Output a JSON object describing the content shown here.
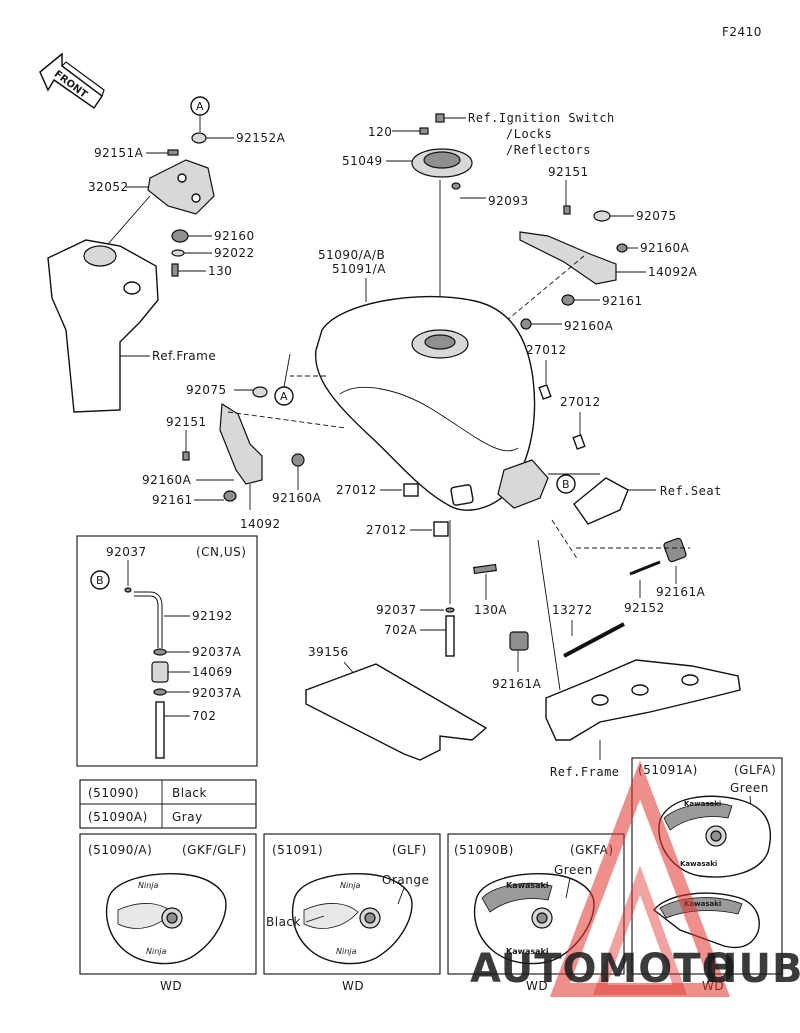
{
  "figure_code": "F2410",
  "front_arrow": "FRONT",
  "refs": {
    "ignition": [
      "Ref.Ignition Switch",
      "/Locks",
      "/Reflectors"
    ],
    "frame_left": "Ref.Frame",
    "seat": "Ref.Seat",
    "frame_bottom": "Ref.Frame"
  },
  "callouts": {
    "a": "A",
    "b": "B"
  },
  "parts": {
    "p92151A": "92151A",
    "p92152A": "92152A",
    "p32052": "32052",
    "p92160": "92160",
    "p92022": "92022",
    "p130": "130",
    "p120": "120",
    "p51049": "51049",
    "p92093": "92093",
    "p92151_top": "92151",
    "p92075_top": "92075",
    "p92160A_top": "92160A",
    "p14092A": "14092A",
    "p92161_top": "92161",
    "p92160A_mid": "92160A",
    "p51090": "51090/A/B",
    "p51091": "51091/A",
    "p27012_a": "27012",
    "p27012_b": "27012",
    "p27012_c": "27012",
    "p27012_d": "27012",
    "p92075_left": "92075",
    "p92151_left": "92151",
    "p92160A_left": "92160A",
    "p92161_left": "92161",
    "p14092": "14092",
    "p92160A_low": "92160A",
    "p92037_main": "92037",
    "p702A": "702A",
    "p130A": "130A",
    "p13272": "13272",
    "p92152": "92152",
    "p92161A_right": "92161A",
    "p92161A_low": "92161A",
    "p39156": "39156"
  },
  "hose_box": {
    "region": "(CN,US)",
    "parts": [
      "92037",
      "92192",
      "92037A",
      "14069",
      "92037A",
      "702"
    ],
    "callout": "B"
  },
  "color_table": [
    {
      "code": "(51090)",
      "color": "Black"
    },
    {
      "code": "(51090A)",
      "color": "Gray"
    }
  ],
  "variants": [
    {
      "code": "(51090/A)",
      "trim": "(GKF/GLF)",
      "notes": [],
      "market": "WD"
    },
    {
      "code": "(51091)",
      "trim": "(GLF)",
      "notes": [
        "Orange",
        "Black"
      ],
      "market": "WD"
    },
    {
      "code": "(51090B)",
      "trim": "(GKFA)",
      "notes": [
        "Green"
      ],
      "market": "WD"
    },
    {
      "code": "(51091A)",
      "trim": "(GLFA)",
      "notes": [
        "Green"
      ],
      "market": "WD"
    }
  ],
  "decals": {
    "brand": "Kawasaki",
    "model": "Ninja"
  },
  "watermark": {
    "text_a": "AUTOMOTO",
    "text_b": "HUB",
    "color_a": "#f0a020",
    "color_b": "#4a4a4a",
    "mark_color": "#e0332e"
  }
}
